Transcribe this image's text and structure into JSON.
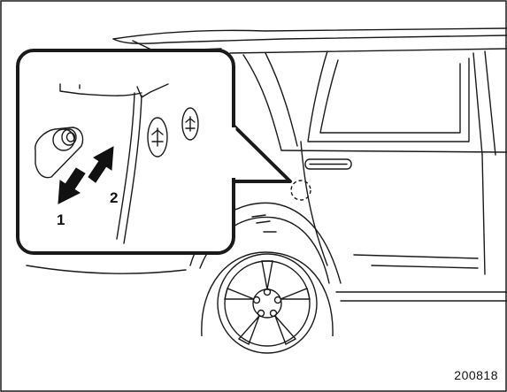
{
  "figure": {
    "reference_code": "200818",
    "steps": [
      {
        "label": "1"
      },
      {
        "label": "2"
      }
    ],
    "colors": {
      "line": "#1a1a1a",
      "callout_border": "#1a1a1a",
      "background": "#ffffff"
    }
  }
}
